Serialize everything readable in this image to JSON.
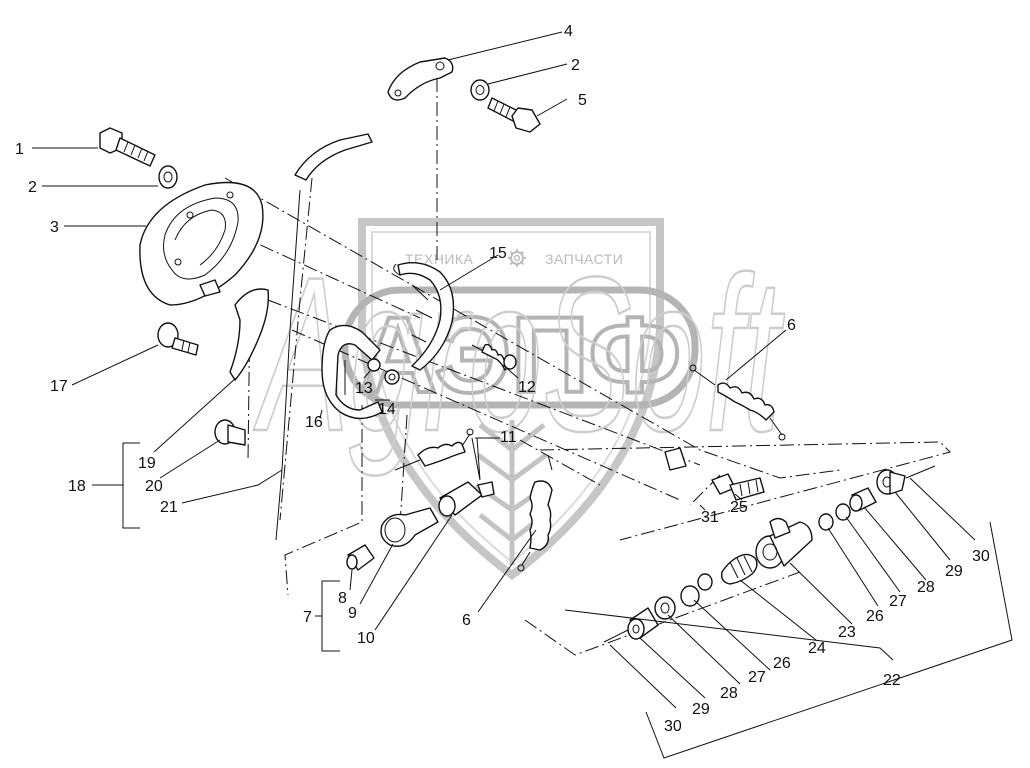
{
  "watermark": {
    "left_text": "ТЕХНИКА",
    "right_text": "ЗАПЧАСТИ",
    "logo_big": "АЭПФ",
    "logo_script": "AgroSoft",
    "gear_icon": "gear-icon",
    "wheat_icon": "wheat-ear-icon",
    "shield_icon": "shield-icon",
    "color": "#a8a8a8"
  },
  "callouts": {
    "c1": "1",
    "c2a": "2",
    "c2b": "2",
    "c3": "3",
    "c4": "4",
    "c5": "5",
    "c6a": "6",
    "c6b": "6",
    "c7": "7",
    "c8": "8",
    "c9": "9",
    "c10": "10",
    "c11": "11",
    "c12": "12",
    "c13": "13",
    "c14": "14",
    "c15": "15",
    "c16": "16",
    "c17": "17",
    "c18": "18",
    "c19": "19",
    "c20": "20",
    "c21": "21",
    "c22": "22",
    "c23": "23",
    "c24": "24",
    "c25": "25",
    "c26a": "26",
    "c26b": "26",
    "c27a": "27",
    "c27b": "27",
    "c28a": "28",
    "c28b": "28",
    "c29a": "29",
    "c29b": "29",
    "c30a": "30",
    "c30b": "30",
    "c31": "31"
  }
}
